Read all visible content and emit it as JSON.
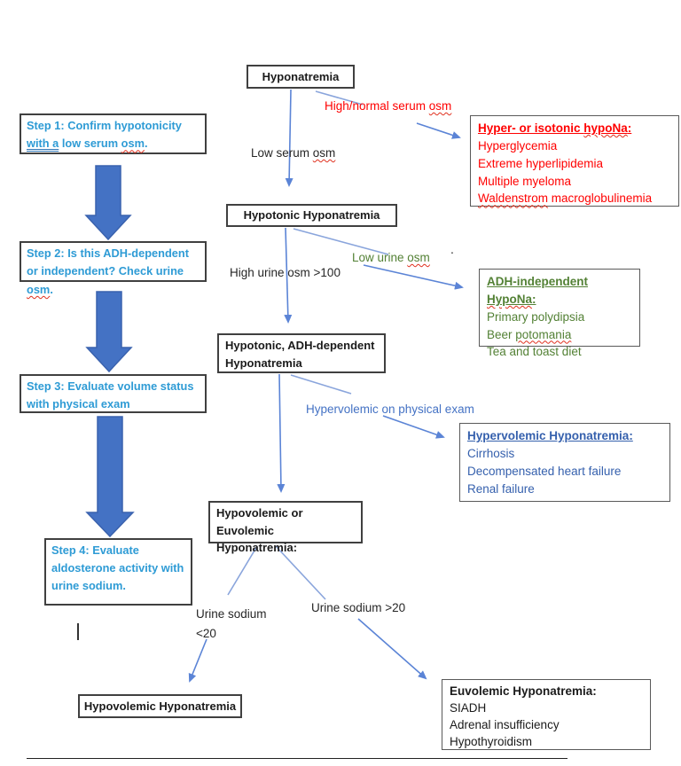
{
  "colors": {
    "step_text": "#2E9BD5",
    "block_arrow": "#4472C4",
    "block_arrow_border": "#3A62AE",
    "connector": "#8AA5DC",
    "arrow_connector": "#5B84D6",
    "red_text": "#FF0000",
    "green_text": "#538135",
    "dark_blue_text": "#3560AD",
    "label_blue": "#4472C4",
    "squiggle": "#E0301E",
    "grammar_underline": "#2E75B6",
    "box_border": "#404040",
    "outcome_border": "#595959"
  },
  "nodes": {
    "root": "Hyponatremia",
    "hypotonic": "Hypotonic Hyponatremia",
    "adh_dependent_line1": "Hypotonic, ADH-dependent",
    "adh_dependent_line2": "Hyponatremia",
    "hypo_eu_line1": "Hypovolemic or",
    "hypo_eu_line2": "Euvolemic Hyponatremia:",
    "hypovolemic": "Hypovolemic Hyponatremia"
  },
  "steps": {
    "step1": {
      "pre": "Step 1: Confirm hypotonicity ",
      "grammar": "with a",
      "mid": " low serum ",
      "osm": "osm",
      "post": "."
    },
    "step2": {
      "pre": "Step 2: Is this ADH-dependent or independent? Check urine ",
      "osm": "osm",
      "post": "."
    },
    "step3": "Step 3: Evaluate volume status with physical exam",
    "step4": "Step 4: Evaluate aldosterone activity with urine sodium."
  },
  "edge_labels": {
    "high_normal_serum": {
      "pre": "High/normal serum ",
      "osm": "osm"
    },
    "low_serum": {
      "pre": "Low serum ",
      "osm": "osm"
    },
    "high_urine": "High urine osm >100",
    "low_urine": {
      "pre": "Low urine ",
      "osm": "osm"
    },
    "hypervolemic_exam": "Hypervolemic on physical exam",
    "urine_sodium_low_line1": "Urine sodium",
    "urine_sodium_low_line2": "<20",
    "urine_sodium_high": "Urine sodium >20",
    "stray_dot": "."
  },
  "outcome_boxes": {
    "hyper_isotonic": {
      "title_pre": "Hyper- or isotonic ",
      "title_sq": "hypoNa",
      "title_post": ":",
      "line1": "Hyperglycemia",
      "line2": "Extreme hyperlipidemia",
      "line3": "Multiple myeloma",
      "line4_sq": "Waldenstrom",
      "line4_rest": " macroglobulinemia"
    },
    "adh_independent": {
      "title_pre": "ADH-independent ",
      "title_sq": "HypoNa",
      "title_post": ":",
      "line1": "Primary polydipsia",
      "line2_pre": "Beer ",
      "line2_sq": "potomania",
      "line3": "Tea and toast diet"
    },
    "hypervolemic": {
      "title": "Hypervolemic Hyponatremia:",
      "line1": "Cirrhosis",
      "line2": "Decompensated heart failure",
      "line3": "Renal failure"
    },
    "euvolemic": {
      "title": "Euvolemic Hyponatremia:",
      "line1": "SIADH",
      "line2": "Adrenal insufficiency",
      "line3": "Hypothyroidism"
    }
  }
}
